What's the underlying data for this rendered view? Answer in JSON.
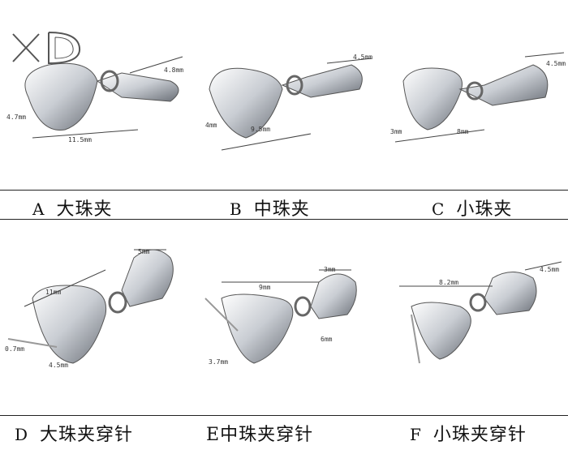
{
  "brand": {
    "logo_text": "XD"
  },
  "rows": [
    {
      "items": [
        {
          "letter": "A",
          "name": "大珠夹",
          "dims": [
            "4.8mm",
            "4.7mm",
            "11.5mm"
          ]
        },
        {
          "letter": "B",
          "name": "中珠夹",
          "dims": [
            "4.5mm",
            "4mm",
            "9.5mm"
          ]
        },
        {
          "letter": "C",
          "name": "小珠夹",
          "dims": [
            "4.5mm",
            "3mm",
            "8mm"
          ]
        }
      ]
    },
    {
      "items": [
        {
          "letter": "D",
          "name": "大珠夹穿针",
          "dims": [
            "5mm",
            "11mm",
            "0.7mm",
            "4.5mm"
          ]
        },
        {
          "letter": "E",
          "name": "中珠夹穿针",
          "dims": [
            "3mm",
            "9mm",
            "6mm",
            "3.7mm"
          ]
        },
        {
          "letter": "F",
          "name": "小珠夹穿针",
          "dims": [
            "8.2mm",
            "4.5mm"
          ]
        }
      ]
    }
  ],
  "colors": {
    "metal_light": "#f4f5f7",
    "metal_mid": "#c9cdd3",
    "metal_dark": "#6b7078",
    "line": "#444444",
    "rule": "#222222"
  }
}
